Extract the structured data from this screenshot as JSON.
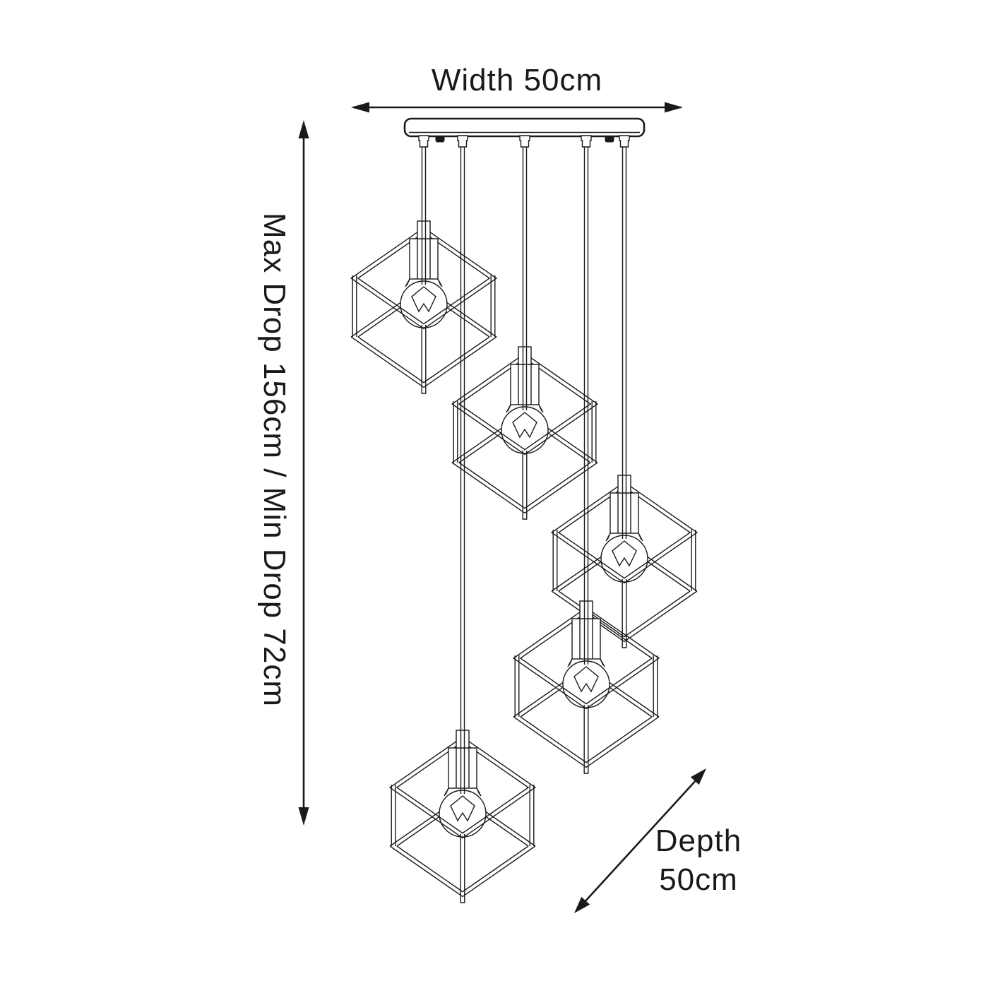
{
  "background_color": "#ffffff",
  "line_color": "#1a1a1a",
  "diagram": {
    "subject": "five-light cube cage cluster pendant dimension drawing",
    "pendant_count": 5,
    "labels": {
      "width": "Width 50cm",
      "drop": "Max Drop 156cm / Min Drop 72cm",
      "depth_line1": "Depth",
      "depth_line2": "50cm"
    }
  }
}
